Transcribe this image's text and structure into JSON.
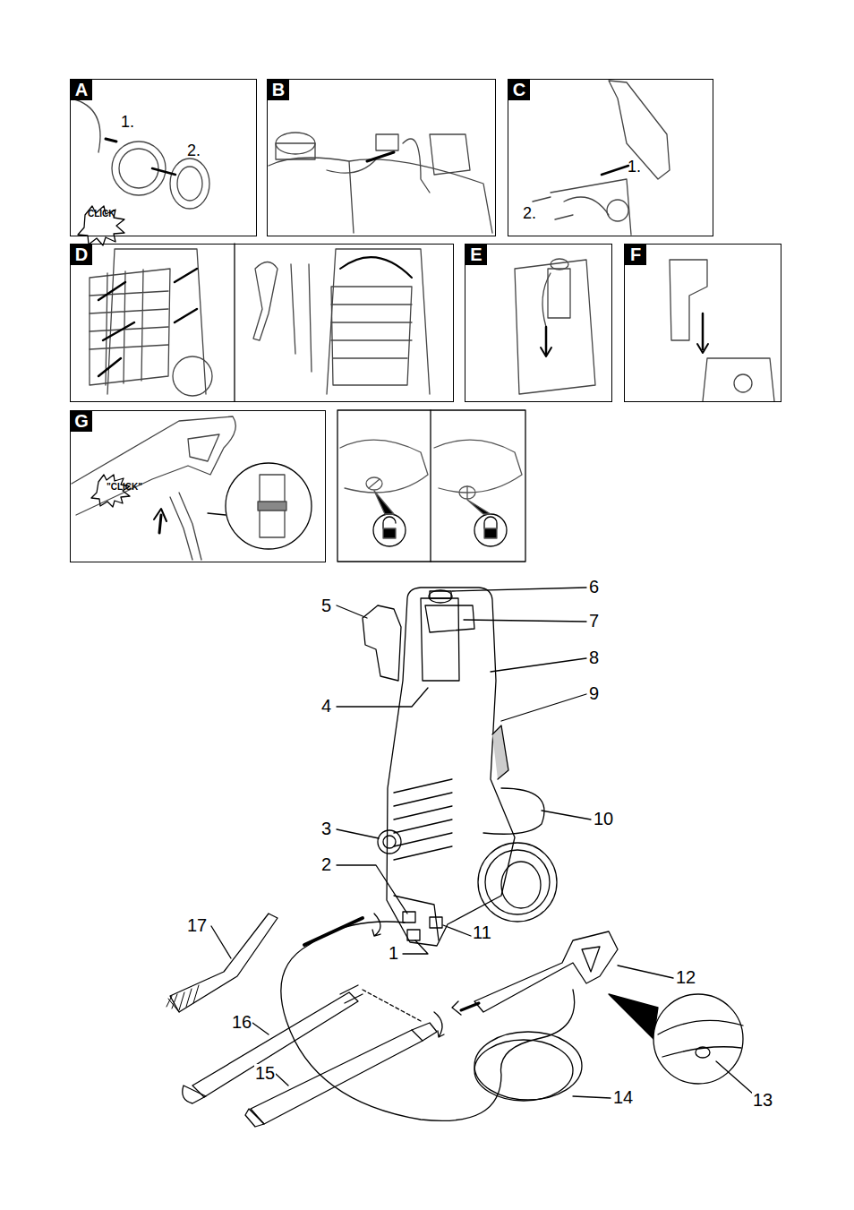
{
  "diagram": {
    "nodes": [
      {
        "text": [
          "A",
          "1.",
          "2.",
          "CLICK"
        ]
      },
      {
        "text": [
          "B"
        ]
      },
      {
        "text": [
          "C",
          "1.",
          "2."
        ]
      },
      {
        "text": [
          "D"
        ]
      },
      {
        "text": [
          "E"
        ]
      },
      {
        "text": [
          "F"
        ]
      },
      {
        "text": [
          "G",
          "\"CLICK\""
        ]
      }
    ],
    "labels": [
      "6",
      "5",
      "7",
      "8",
      "4",
      "9",
      "10",
      "3",
      "2",
      "17",
      "11",
      "1",
      "12",
      "16",
      "15",
      "14",
      "13"
    ]
  }
}
